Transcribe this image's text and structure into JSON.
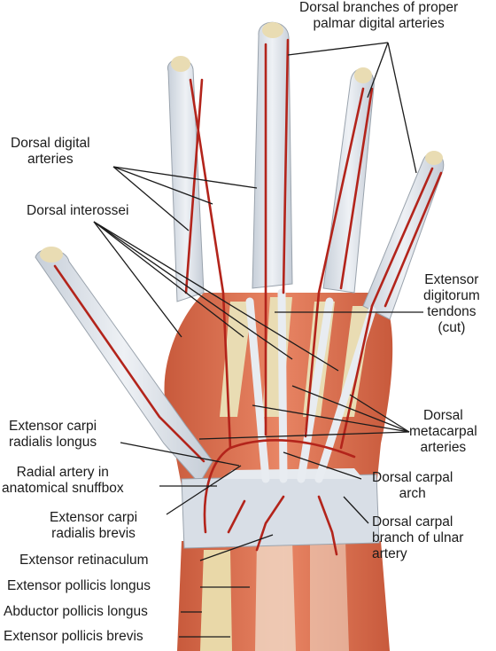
{
  "labels": {
    "dorsal_branches": [
      "Dorsal branches of proper",
      "palmar digital arteries"
    ],
    "dorsal_digital": [
      "Dorsal digital",
      "arteries"
    ],
    "dorsal_interossei": [
      "Dorsal interossei"
    ],
    "extensor_digitorum": [
      "Extensor",
      "digitorum",
      "tendons",
      "(cut)"
    ],
    "ecr_longus": [
      "Extensor carpi",
      "radialis longus"
    ],
    "dorsal_metacarpal": [
      "Dorsal",
      "metacarpal",
      "arteries"
    ],
    "radial_artery": [
      "Radial artery in",
      "anatomical snuffbox"
    ],
    "dorsal_carpal_arch": [
      "Dorsal carpal",
      "arch"
    ],
    "ecr_brevis": [
      "Extensor carpi",
      "radialis brevis"
    ],
    "dorsal_carpal_branch": [
      "Dorsal carpal",
      "branch of ulnar",
      "artery"
    ],
    "ext_retinaculum": [
      "Extensor retinaculum"
    ],
    "epl": [
      "Extensor pollicis longus"
    ],
    "apl": [
      "Abductor pollicis longus"
    ],
    "epb": [
      "Extensor pollicis brevis"
    ]
  },
  "colors": {
    "skin_tendon": "#dde3ea",
    "muscle": "#d9694b",
    "artery": "#b3241b",
    "bone": "#e9dcb3",
    "leader": "#1b1b1b"
  }
}
